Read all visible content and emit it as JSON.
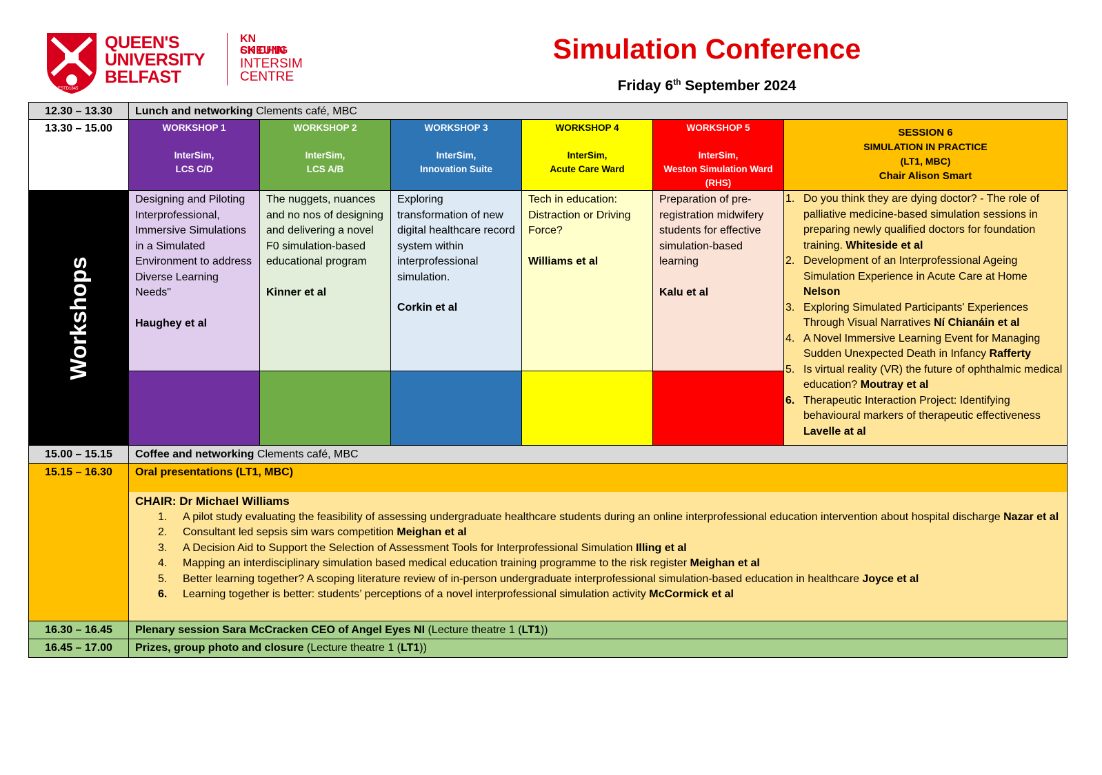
{
  "header": {
    "logo_line1": "QUEEN'S",
    "logo_line2": "UNIVERSITY",
    "logo_line3": "BELFAST",
    "centre_line1": "KN CHEUNG",
    "centre_line2": "SK CHIN",
    "centre_line3": "INTERSIM",
    "centre_line4": "CENTRE",
    "crest_text": "ESTD1845",
    "title": "Simulation Conference",
    "date_pre": "Friday 6",
    "date_sup": "th",
    "date_post": " September 2024"
  },
  "colors": {
    "ws1": "#7030a0",
    "ws1_light": "#e0cdee",
    "ws2": "#70ad47",
    "ws2_light": "#e2eed9",
    "ws3": "#2e75b6",
    "ws3_light": "#dde9f5",
    "ws4": "#ffff00",
    "ws4_light": "#ffffcc",
    "ws5": "#ff0000",
    "ws5_light": "#fbe2d6",
    "session_orange": "#ffc000",
    "session_light": "#ffe59a",
    "grey": "#d9d9d9",
    "green": "#a9d18e"
  },
  "rows": {
    "lunch": {
      "time": "12.30 – 13.30",
      "bold": "Lunch and networking",
      "rest": " Clements café, MBC"
    },
    "workshops_time": "13.30 – 15.00",
    "side_label": "Workshops",
    "coffee": {
      "time": "15.00 – 15.15",
      "bold": "Coffee and networking",
      "rest": " Clements café, MBC"
    },
    "oral": {
      "time": "15.15 – 16.30",
      "heading": "Oral presentations (LT1, MBC)",
      "chair": "CHAIR: Dr Michael Williams",
      "items": [
        {
          "num": "1.",
          "text": "A pilot study evaluating the feasibility of assessing undergraduate healthcare students during an online interprofessional education intervention about hospital discharge ",
          "author": "Nazar et al"
        },
        {
          "num": "2.",
          "text": "Consultant led sepsis sim wars competition ",
          "author": "Meighan et al"
        },
        {
          "num": "3.",
          "text": "A Decision Aid to Support the Selection of Assessment Tools for Interprofessional Simulation ",
          "author": "Illing et al"
        },
        {
          "num": "4.",
          "text": "Mapping an interdisciplinary simulation based medical education training programme to the risk register ",
          "author": "Meighan et al"
        },
        {
          "num": "5.",
          "text": "Better learning together? A scoping literature review of in-person undergraduate interprofessional simulation-based education in healthcare ",
          "author": "Joyce et al"
        },
        {
          "num": "6.",
          "text": "Learning together is better:  students’ perceptions of a novel interprofessional simulation activity ",
          "author": "McCormick et al"
        }
      ]
    },
    "plenary": {
      "time": "16.30 – 16.45",
      "bold": "Plenary session Sara McCracken CEO of Angel Eyes NI",
      "rest_a": " (Lecture theatre 1 (",
      "rest_b": "LT1",
      "rest_c": "))"
    },
    "prizes": {
      "time": "16.45 – 17.00",
      "bold": "Prizes, group photo and closure",
      "rest_a": " (Lecture theatre 1 (",
      "rest_b": "LT1",
      "rest_c": "))"
    }
  },
  "workshops": [
    {
      "head1": "WORKSHOP 1",
      "head2": "InterSim,",
      "head3": "LCS C/D",
      "body": "Designing and Piloting Interprofessional, Immersive Simulations in a Simulated Environment to address Diverse Learning Needs\"",
      "author": "Haughey et al"
    },
    {
      "head1": "WORKSHOP 2",
      "head2": "InterSim,",
      "head3": "LCS A/B",
      "body": "The nuggets, nuances and no nos of designing and delivering a novel F0 simulation-based educational program",
      "author": "Kinner et al"
    },
    {
      "head1": "WORKSHOP 3",
      "head2": "InterSim,",
      "head3": "Innovation Suite",
      "body": "Exploring transformation of new digital healthcare record system within interprofessional simulation.",
      "author": "Corkin et al"
    },
    {
      "head1": "WORKSHOP 4",
      "head2": "InterSim,",
      "head3": "Acute Care Ward",
      "body": "Tech in education: Distraction or Driving Force?",
      "author": "Williams et al"
    },
    {
      "head1": "WORKSHOP 5",
      "head2": "InterSim,",
      "head3": "Weston Simulation Ward (RHS)",
      "body": "Preparation of pre-registration midwifery students for effective simulation-based learning",
      "author": "Kalu et al"
    }
  ],
  "session6": {
    "head1": "SESSION 6",
    "head2": "SIMULATION IN PRACTICE",
    "head3": "(LT1, MBC)",
    "head4": "Chair Alison Smart",
    "items": [
      {
        "num": "1.",
        "text": "Do you think they are dying doctor? - The role of palliative medicine-based simulation sessions in preparing newly qualified doctors for foundation training. ",
        "author": "Whiteside et al"
      },
      {
        "num": "2.",
        "text": "Development of an Interprofessional Ageing Simulation Experience in Acute Care at Home ",
        "author": "Nelson"
      },
      {
        "num": "3.",
        "text": "Exploring Simulated Participants' Experiences Through Visual Narratives ",
        "author": "Ní Chianáin et al"
      },
      {
        "num": "4.",
        "text": "A Novel Immersive Learning Event for Managing Sudden Unexpected Death in Infancy ",
        "author": "Rafferty"
      },
      {
        "num": "5.",
        "text": "Is virtual reality (VR) the future of ophthalmic medical education? ",
        "author": "Moutray et al"
      },
      {
        "num": "6.",
        "text": "Therapeutic Interaction Project: Identifying behavioural markers of therapeutic effectiveness ",
        "author": "Lavelle at al"
      }
    ]
  }
}
